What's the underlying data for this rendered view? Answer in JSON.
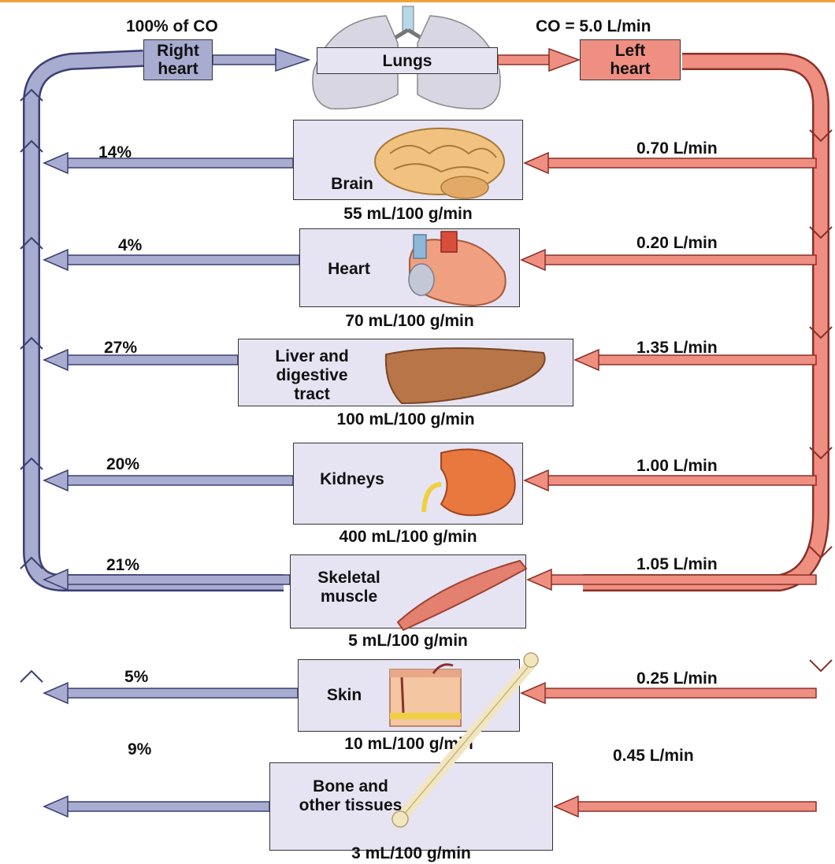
{
  "header": {
    "percent_co": "100% of CO",
    "co_value": "CO = 5.0 L/min",
    "right_heart": "Right\nheart",
    "lungs": "Lungs",
    "left_heart": "Left\nheart"
  },
  "organs": [
    {
      "name": "Brain",
      "pct": "14%",
      "flow": "0.70 L/min",
      "rate": "55 mL/100 g/min",
      "icon": "brain-icon"
    },
    {
      "name": "Heart",
      "pct": "4%",
      "flow": "0.20 L/min",
      "rate": "70 mL/100 g/min",
      "icon": "heart-icon"
    },
    {
      "name": "Liver and\ndigestive\ntract",
      "pct": "27%",
      "flow": "1.35 L/min",
      "rate": "100 mL/100 g/min",
      "icon": "liver-icon"
    },
    {
      "name": "Kidneys",
      "pct": "20%",
      "flow": "1.00 L/min",
      "rate": "400 mL/100 g/min",
      "icon": "kidney-icon"
    },
    {
      "name": "Skeletal\nmuscle",
      "pct": "21%",
      "flow": "1.05 L/min",
      "rate": "5 mL/100 g/min",
      "icon": "muscle-icon"
    },
    {
      "name": "Skin",
      "pct": "5%",
      "flow": "0.25 L/min",
      "rate": "10 mL/100 g/min",
      "icon": "skin-icon"
    },
    {
      "name": "Bone and\nother tissues",
      "pct": "9%",
      "flow": "0.45 L/min",
      "rate": "3 mL/100 g/min",
      "icon": "bone-icon"
    }
  ],
  "colors": {
    "venous": "#a8acd0",
    "venous_dark": "#3a3f72",
    "arterial": "#ef8f82",
    "arterial_dark": "#8a3028",
    "box_fill": "#e6e4f2",
    "right_heart_fill": "#a8acd0",
    "left_heart_fill": "#ef8f82"
  }
}
